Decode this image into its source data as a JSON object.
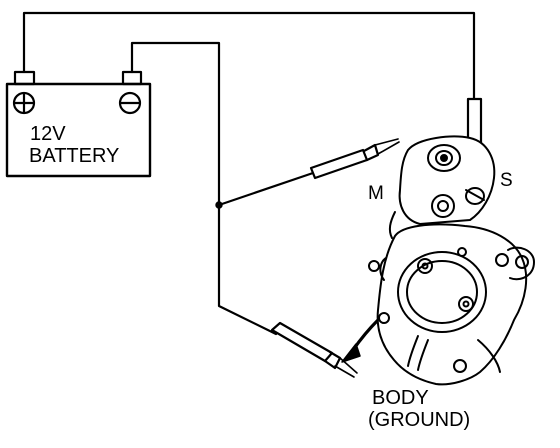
{
  "battery": {
    "voltage_label": "12V",
    "name_label": "BATTERY"
  },
  "terminals": {
    "positive": "⊕",
    "negative": "⊖",
    "m_label": "M",
    "s_label": "S"
  },
  "ground": {
    "line1": "BODY",
    "line2": "(GROUND)"
  },
  "icons": [
    "plus-terminal-icon",
    "minus-terminal-icon",
    "test-probe-icon",
    "arrow-icon",
    "starter-motor-icon"
  ],
  "colors": {
    "line": "#000000",
    "background": "#ffffff"
  }
}
